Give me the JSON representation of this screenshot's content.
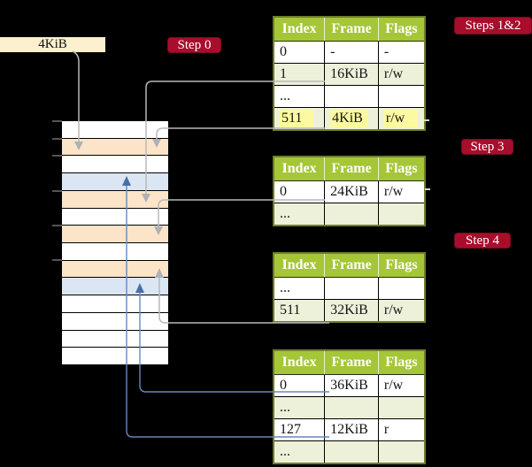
{
  "legend_box": {
    "label": "4KiB"
  },
  "step_labels": [
    {
      "id": "step-0",
      "text": "Step 0"
    },
    {
      "id": "steps-1-2",
      "text": "Steps 1&2"
    },
    {
      "id": "step-3",
      "text": "Step 3"
    },
    {
      "id": "step-4",
      "text": "Step 4"
    }
  ],
  "tables": [
    {
      "name": "page-table-steps12",
      "headers": [
        "Index",
        "Frame",
        "Flags"
      ],
      "rows": [
        {
          "cells": [
            "0",
            "-",
            "-"
          ],
          "highlight": false
        },
        {
          "cells": [
            "1",
            "16KiB",
            "r/w"
          ],
          "highlight": false
        },
        {
          "cells": [
            "...",
            "",
            ""
          ],
          "highlight": false
        },
        {
          "cells": [
            "511",
            "4KiB",
            "r/w"
          ],
          "highlight": true
        }
      ]
    },
    {
      "name": "page-table-step3",
      "headers": [
        "Index",
        "Frame",
        "Flags"
      ],
      "rows": [
        {
          "cells": [
            "0",
            "24KiB",
            "r/w"
          ],
          "highlight": false
        },
        {
          "cells": [
            "...",
            "",
            ""
          ],
          "highlight": false
        }
      ]
    },
    {
      "name": "page-table-step4a",
      "headers": [
        "Index",
        "Frame",
        "Flags"
      ],
      "rows": [
        {
          "cells": [
            "...",
            "",
            ""
          ],
          "highlight": false
        },
        {
          "cells": [
            "511",
            "32KiB",
            "r/w"
          ],
          "highlight": false
        }
      ]
    },
    {
      "name": "page-table-step4b",
      "headers": [
        "Index",
        "Frame",
        "Flags"
      ],
      "rows": [
        {
          "cells": [
            "0",
            "36KiB",
            "r/w"
          ],
          "highlight": false
        },
        {
          "cells": [
            "...",
            "",
            ""
          ],
          "highlight": false
        },
        {
          "cells": [
            "127",
            "12KiB",
            "r"
          ],
          "highlight": false
        },
        {
          "cells": [
            "...",
            "",
            ""
          ],
          "highlight": false
        }
      ]
    }
  ],
  "memory_stack": {
    "rows": [
      {
        "fill": "white"
      },
      {
        "fill": "peach"
      },
      {
        "fill": "white"
      },
      {
        "fill": "blue"
      },
      {
        "fill": "peach"
      },
      {
        "fill": "white"
      },
      {
        "fill": "peach"
      },
      {
        "fill": "white"
      },
      {
        "fill": "peach"
      },
      {
        "fill": "blue"
      },
      {
        "fill": "white"
      },
      {
        "fill": "white"
      },
      {
        "fill": "white"
      },
      {
        "fill": "white"
      }
    ]
  },
  "colors": {
    "table_header_bg": "#a5c637",
    "table_row_alt_bg": "#eef1da",
    "table_border": "#6f7e28",
    "highlight_yellow": "#fdf9a0",
    "step_label_bg": "#a90d2c",
    "memory_frame_peach": "#fce4c9",
    "memory_frame_blue": "#dbe6f5",
    "legend_box_bg": "#fcf0ce",
    "arrow_gray": "#b9b9b9",
    "arrow_blue": "#6688bb"
  }
}
